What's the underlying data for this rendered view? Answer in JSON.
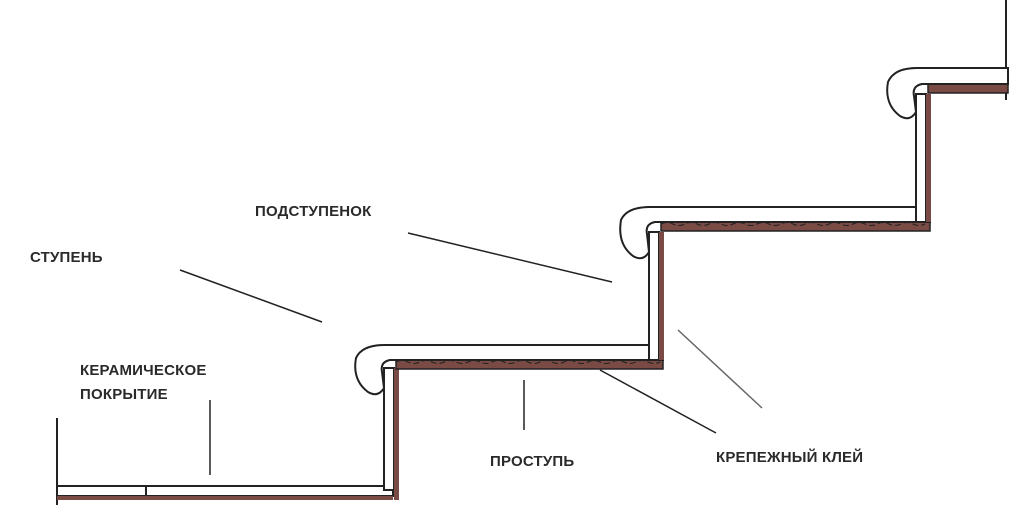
{
  "labels": {
    "step": "СТУПЕНЬ",
    "riser": "ПОДСТУПЕНОК",
    "ceramic_line1": "КЕРАМИЧЕСКОЕ",
    "ceramic_line2": "ПОКРЫТИЕ",
    "tread": "ПРОСТУПЬ",
    "adhesive": "КРЕПЕЖНЫЙ КЛЕЙ"
  },
  "colors": {
    "adhesive": "#7a4a45",
    "outline": "#222222",
    "tile": "#ffffff"
  }
}
